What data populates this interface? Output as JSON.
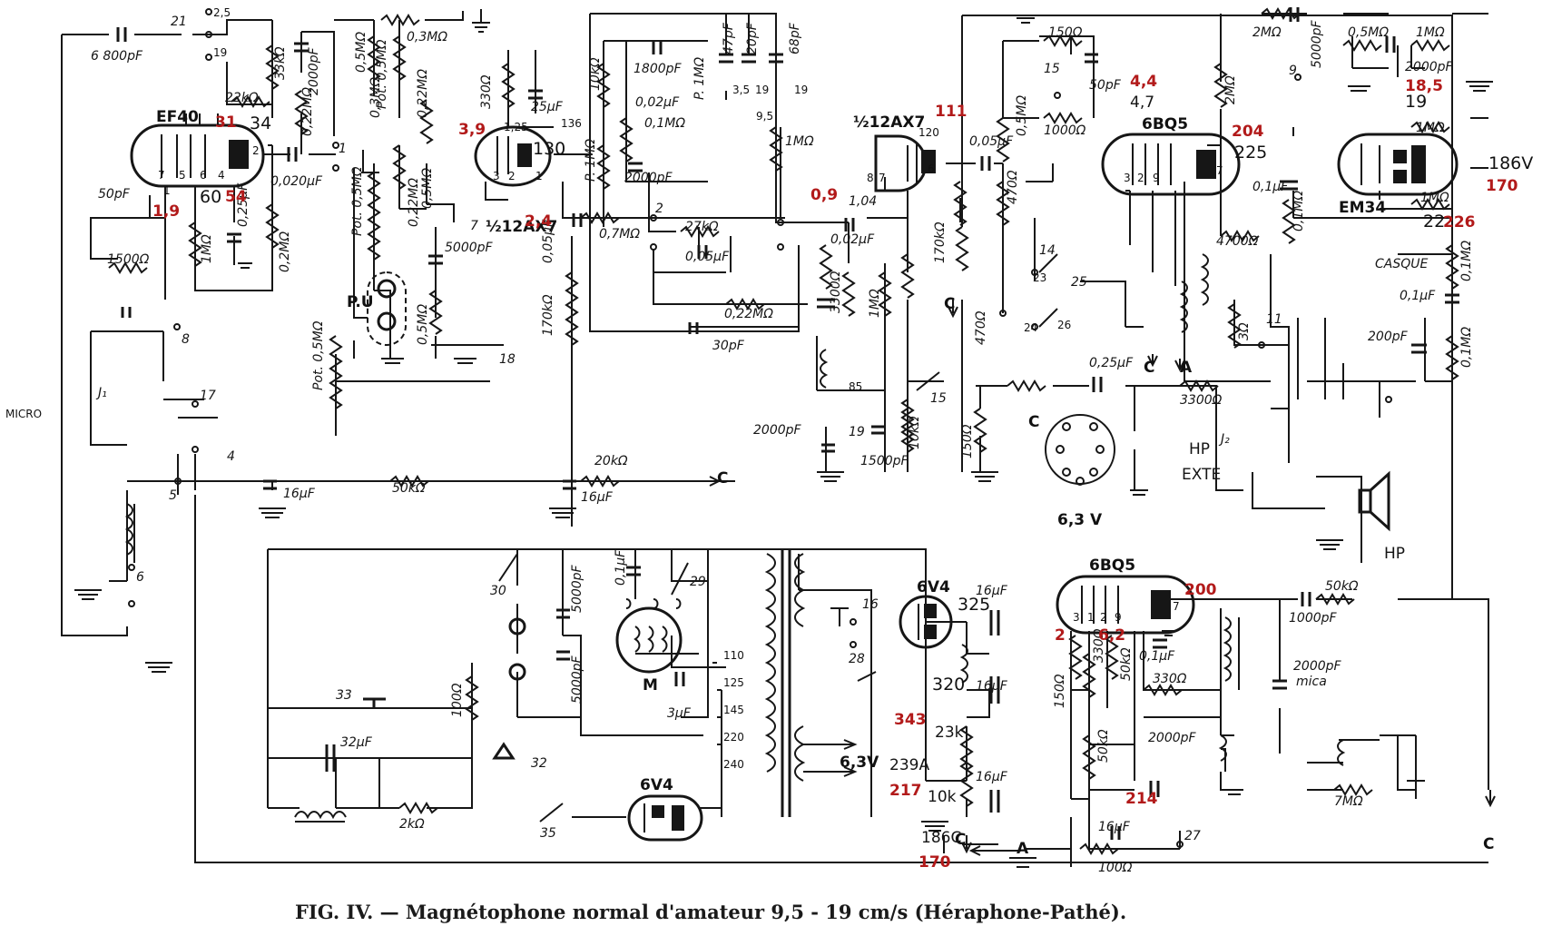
{
  "caption": "FIG. IV. — Magnétophone normal d'amateur 9,5 - 19 cm/s (Héraphone-Pathé).",
  "tubes": {
    "ef40": "EF40",
    "ax7_a": "½12AX7",
    "ax7_b": "½12AX7",
    "bq5_top": "6BQ5",
    "em34": "EM34",
    "v4_top": "6V4",
    "v4_bot": "6V4",
    "bq5_bot": "6BQ5"
  },
  "labels": {
    "micro": "MICRO",
    "pu": "P.U",
    "casque": "CASQUE",
    "hp": "HP",
    "hp_exte_1": "HP",
    "hp_exte_2": "EXTE",
    "j1": "J₁",
    "j2": "J₂",
    "motor": "M",
    "c_terms": [
      "C",
      "C",
      "C",
      "C",
      "C",
      "C"
    ],
    "a_terms": [
      "A",
      "A"
    ],
    "mica": "mica",
    "v63_a": "6,3 V",
    "v63_b": "6,3V",
    "taps": [
      "110",
      "125",
      "145",
      "220",
      "240"
    ],
    "pot_05_a": "Pot. 0,5MΩ",
    "pot_05_b": "Pot. 0,5MΩ",
    "pot_05_c": "Pot. 0,5MΩ",
    "pot_1": "P. 1MΩ",
    "pot_1b": "P. 1MΩ"
  },
  "components": [
    "6 800pF",
    "33kΩ",
    "22kΩ",
    "50pF",
    "1500Ω",
    "1MΩ",
    "0,25μF",
    "0,2MΩ",
    "2000pF",
    "0,22MΩ",
    "0,020μF",
    "0,3MΩ",
    "0,5MΩ",
    "0,22MΩ",
    "0,22MΩ",
    "5000pF",
    "0,5MΩ",
    "330Ω",
    "25μF",
    "1,25",
    "0,7MΩ",
    "0,05μF",
    "170kΩ",
    "1800pF",
    "10kΩ",
    "0,02μF",
    "0,1MΩ",
    "47pF",
    "20pF",
    "68pF",
    "1MΩ",
    "2000pF",
    "27kΩ",
    "0,05μF",
    "0,22MΩ",
    "30pF",
    "0,02μF",
    "3300Ω",
    "1MΩ",
    "0,05μF",
    "470Ω",
    "170kΩ",
    "0,5MΩ",
    "150Ω",
    "50pF",
    "1000Ω",
    "2MΩ",
    "470Ω",
    "0,25μF",
    "3300Ω",
    "150Ω",
    "2MΩ",
    "5000pF",
    "0,5MΩ",
    "1MΩ",
    "2000pF",
    "1MΩ",
    "1MΩ",
    "0,1μF",
    "0,1MΩ",
    "4700Ω",
    "3Ω",
    "0,1MΩ",
    "0,1μF",
    "200pF",
    "0,1MΩ",
    "16μF",
    "50kΩ",
    "20kΩ",
    "16μF",
    "2000pF",
    "1500pF",
    "10kΩ",
    "0,5MΩ",
    "0,3MΩ",
    "5000pF",
    "5000pF",
    "0,1μF",
    "3μF",
    "32μF",
    "100Ω",
    "2kΩ",
    "16μF",
    "16μF",
    "16μF",
    "1000pF",
    "50kΩ",
    "2000pF",
    "150Ω",
    "330Ω",
    "50kΩ",
    "0,1μF",
    "330Ω",
    "50kΩ",
    "2000pF",
    "16μF",
    "100Ω",
    "7MΩ"
  ],
  "switch_positions": [
    "21",
    "2,5",
    "19",
    "1",
    "7",
    "2",
    "8",
    "17",
    "4",
    "5",
    "6",
    "18",
    "3,5",
    "19",
    "9,5",
    "19",
    "15",
    "14",
    "23",
    "25",
    "24",
    "26",
    "15",
    "85",
    "19",
    "9",
    "11",
    "30",
    "29",
    "16",
    "28",
    "33",
    "32",
    "35",
    "27"
  ],
  "pin_numbers": [
    "7",
    "5",
    "6",
    "4",
    "2",
    "1",
    "3",
    "2",
    "1",
    "8",
    "7",
    "6",
    "3",
    "2",
    "9",
    "7",
    "3",
    "1",
    "2",
    "9",
    "7"
  ],
  "voltages_printed": [
    "34",
    "60",
    "130",
    "120",
    "1,04",
    "225",
    "19",
    "22",
    "325",
    "320",
    "186V"
  ],
  "red_annotations": [
    "31",
    "54",
    "1,9",
    "3,9",
    "2,4",
    "111",
    "0,9",
    "4,4",
    "4,7",
    "204",
    "18,5",
    "170",
    "226",
    "200",
    "2",
    "6,2",
    "343",
    "217",
    "214",
    "170"
  ],
  "handwritten_notes": [
    "136",
    "186C",
    "239A",
    "23k",
    "10k"
  ]
}
